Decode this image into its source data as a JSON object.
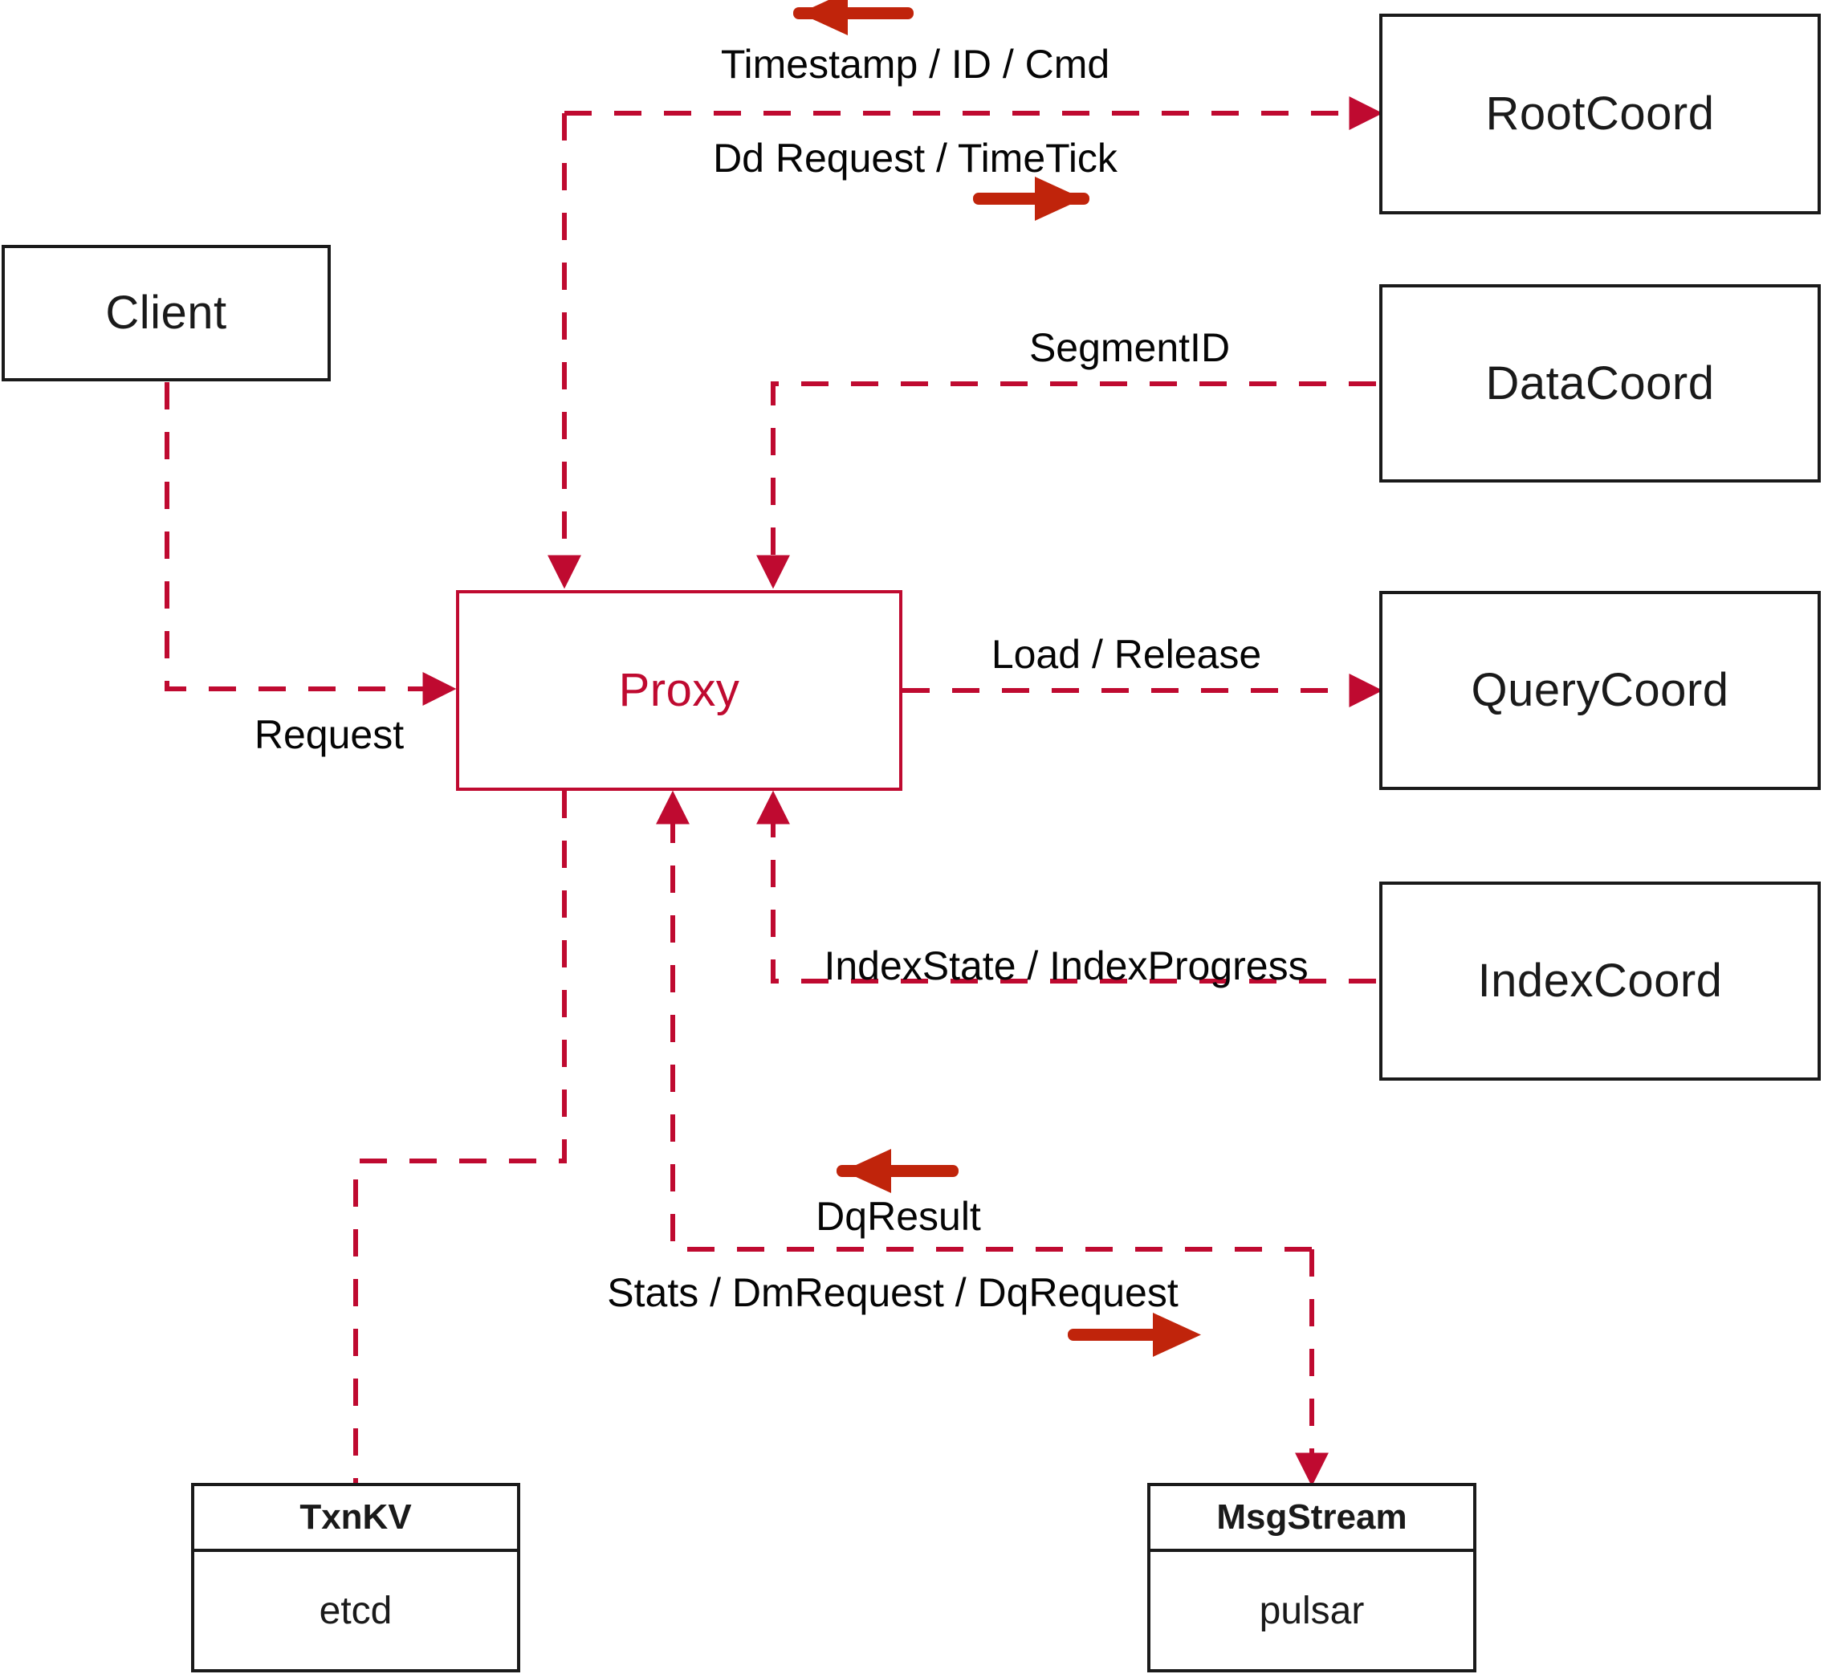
{
  "diagram": {
    "title": "Milvus Proxy component interaction diagram",
    "colors": {
      "node_border_black": "#1a1a1a",
      "node_border_red": "#bf0a30",
      "dashed_edge": "#bf0a30",
      "solid_arrow": "#c0240b",
      "background": "#ffffff"
    },
    "nodes": [
      {
        "id": "client",
        "label": "Client",
        "style": "black"
      },
      {
        "id": "proxy",
        "label": "Proxy",
        "style": "red"
      },
      {
        "id": "rootcoord",
        "label": "RootCoord",
        "style": "black"
      },
      {
        "id": "datacoord",
        "label": "DataCoord",
        "style": "black"
      },
      {
        "id": "querycoord",
        "label": "QueryCoord",
        "style": "black"
      },
      {
        "id": "indexcoord",
        "label": "IndexCoord",
        "style": "black"
      }
    ],
    "split_nodes": [
      {
        "id": "txnkv",
        "header": "TxnKV",
        "body": "etcd"
      },
      {
        "id": "msgstream",
        "header": "MsgStream",
        "body": "pulsar"
      }
    ],
    "edge_labels": [
      {
        "id": "timestamp-id-cmd",
        "text": "Timestamp / ID / Cmd"
      },
      {
        "id": "dd-request-timetick",
        "text": "Dd Request / TimeTick"
      },
      {
        "id": "segmentid",
        "text": "SegmentID"
      },
      {
        "id": "request",
        "text": "Request"
      },
      {
        "id": "load-release",
        "text": "Load / Release"
      },
      {
        "id": "indexstate-indexprogress",
        "text": "IndexState / IndexProgress"
      },
      {
        "id": "dqresult",
        "text": "DqResult"
      },
      {
        "id": "stats-dmrequest-dqrequest",
        "text": "Stats / DmRequest / DqRequest"
      }
    ],
    "direction_arrows": [
      {
        "id": "timestamp-direction",
        "points": "left",
        "for": "timestamp-id-cmd"
      },
      {
        "id": "ddrequest-direction",
        "points": "right",
        "for": "dd-request-timetick"
      },
      {
        "id": "dqresult-direction",
        "points": "left",
        "for": "dqresult"
      },
      {
        "id": "stats-direction",
        "points": "right",
        "for": "stats-dmrequest-dqrequest"
      }
    ]
  }
}
